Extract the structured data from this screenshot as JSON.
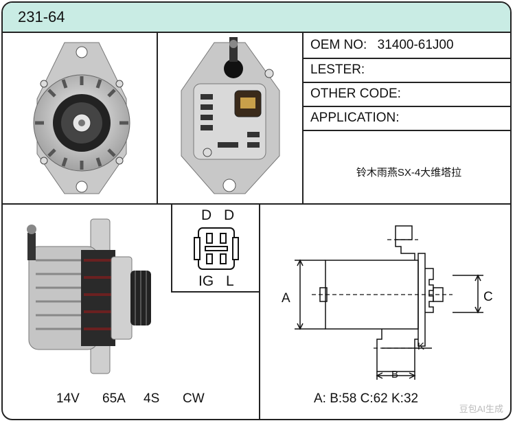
{
  "header": {
    "title": "231-64"
  },
  "info": {
    "oem_label": "OEM NO:",
    "oem_value": "31400-61J00",
    "lester_label": "LESTER:",
    "other_code_label": "OTHER CODE:",
    "application_label": "APPLICATION:",
    "application_value": "铃木雨燕SX-4大维塔拉"
  },
  "connector": {
    "top_left": "D",
    "top_right": "D",
    "bottom_left": "IG",
    "bottom_right": "L"
  },
  "specs": {
    "voltage": "14V",
    "amperage": "65A",
    "groove": "4S",
    "rotation": "CW"
  },
  "dimensions": {
    "a_label": "A",
    "b_label": "B",
    "c_label": "C",
    "k_label": "K",
    "summary": "A:  B:58  C:62  K:32"
  },
  "watermark": "豆包AI生成"
}
